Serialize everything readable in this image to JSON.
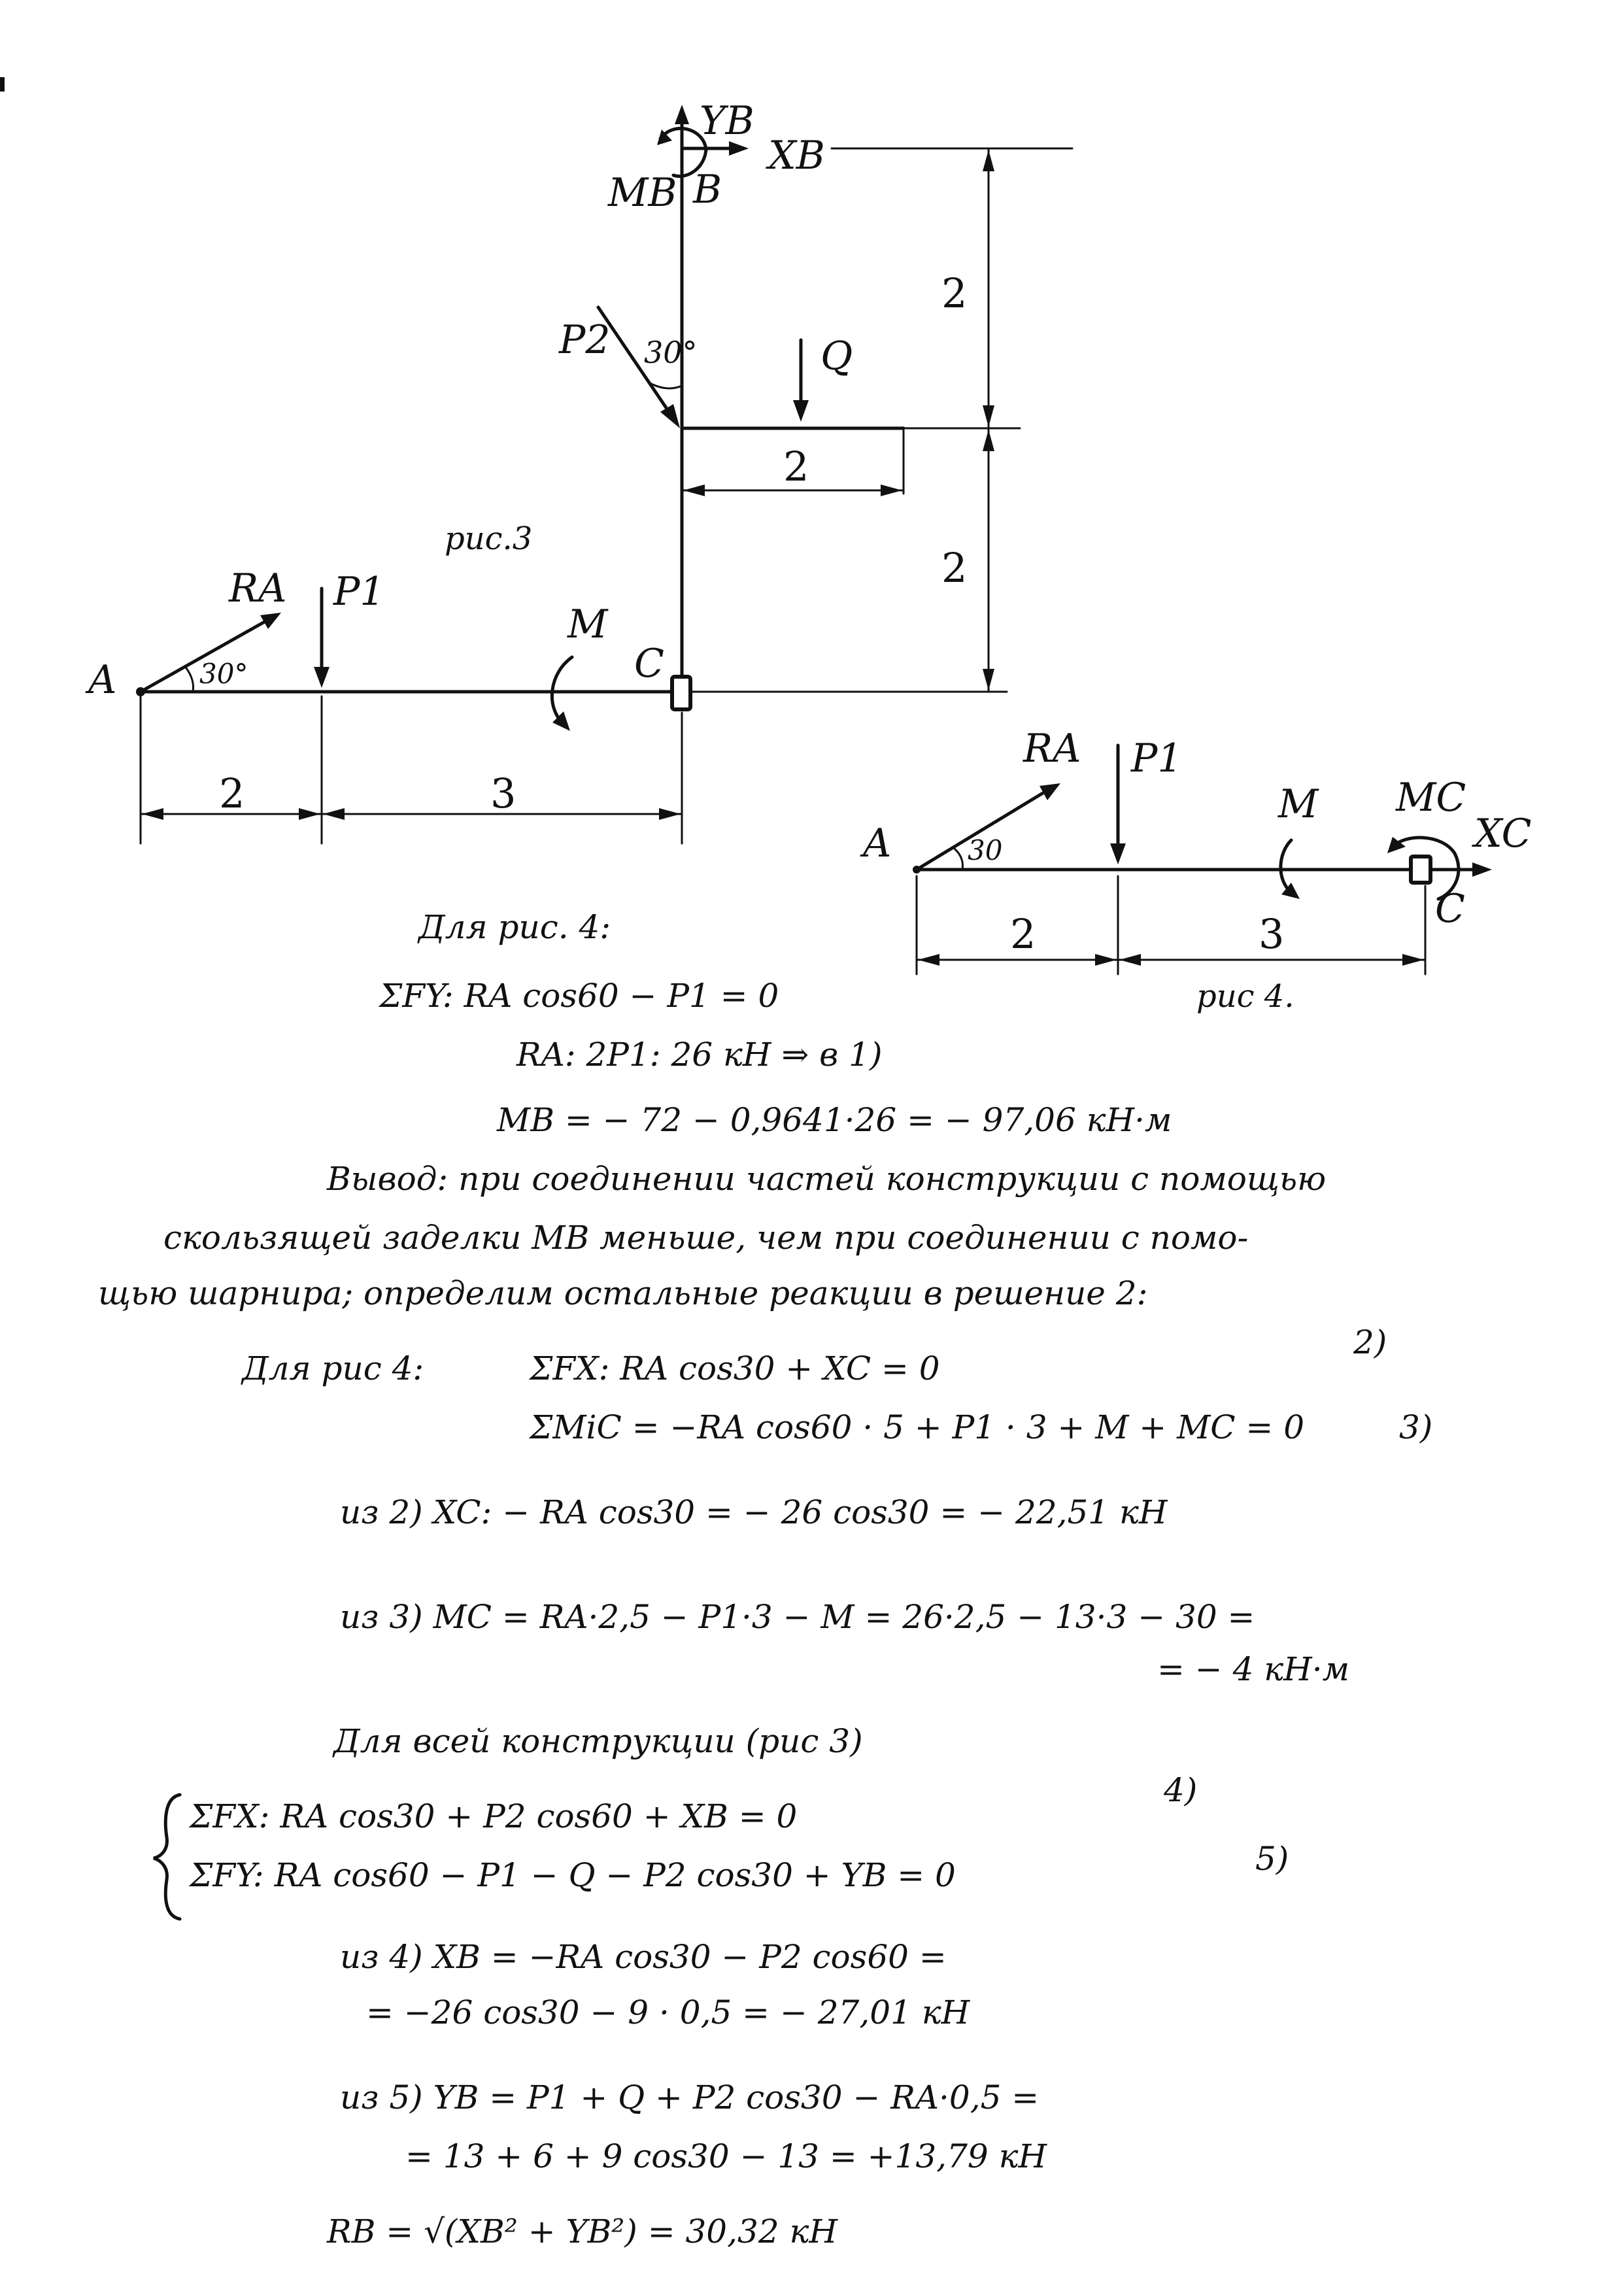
{
  "figure3": {
    "caption": "рис.3",
    "labels": {
      "YB": "YB",
      "XB": "XB",
      "MB": "MB",
      "B": "B",
      "P2": "P2",
      "angle_p2": "30°",
      "Q": "Q",
      "RA": "RA",
      "P1": "P1",
      "A": "A",
      "angle_ra": "30°",
      "M": "M",
      "C": "C"
    },
    "dims": {
      "top_right": "2",
      "bottom_right": "2",
      "plate": "2",
      "a_p1": "2",
      "p1_c": "3"
    }
  },
  "figure4": {
    "caption": "рис 4.",
    "labels": {
      "RA": "RA",
      "P1": "P1",
      "A": "A",
      "angle_ra": "30",
      "M": "M",
      "MC": "MC",
      "XC": "XC",
      "C": "C"
    },
    "dims": {
      "a_p1": "2",
      "p1_c": "3"
    }
  },
  "solution": {
    "lines": [
      "Для рис. 4:",
      "ΣFY: RA cos60 − P1 = 0",
      "RA: 2P1: 26 кН ⇒ в 1)",
      "MB = − 72 − 0,9641·26 = − 97,06 кН·м",
      "Вывод: при соединении частей конструкции с помощью",
      "скользящей заделки MB меньше, чем при соединении с помо-",
      "щью шарнира; определим остальные реакции в решение 2:",
      "Для рис 4:",
      "ΣFX: RA cos30 + XC = 0",
      "2)",
      "ΣMiC = −RA cos60 · 5 + P1 · 3 + M + MC = 0",
      "3)",
      "из 2) XC: − RA cos30 = − 26 cos30 = − 22,51 кН",
      "из 3) MC = RA·2,5 − P1·3 − M = 26·2,5 − 13·3 − 30 =",
      "= − 4 кН·м",
      "Для всей конструкции (рис 3)",
      "ΣFX: RA cos30 + P2 cos60 + XB = 0",
      "4)",
      "ΣFY: RA cos60 − P1 − Q − P2 cos30 + YB = 0",
      "5)",
      "из 4) XB = −RA cos30 − P2 cos60 =",
      "= −26 cos30 − 9 · 0,5 = − 27,01 кН",
      "из 5) YB = P1 + Q + P2 cos30 − RA·0,5 =",
      "= 13 + 6 + 9 cos30 − 13 = +13,79 кН",
      "RB = √(XB² + YB²) = 30,32 кН"
    ]
  },
  "colors": {
    "ink": "#111111",
    "paper": "#ffffff"
  }
}
